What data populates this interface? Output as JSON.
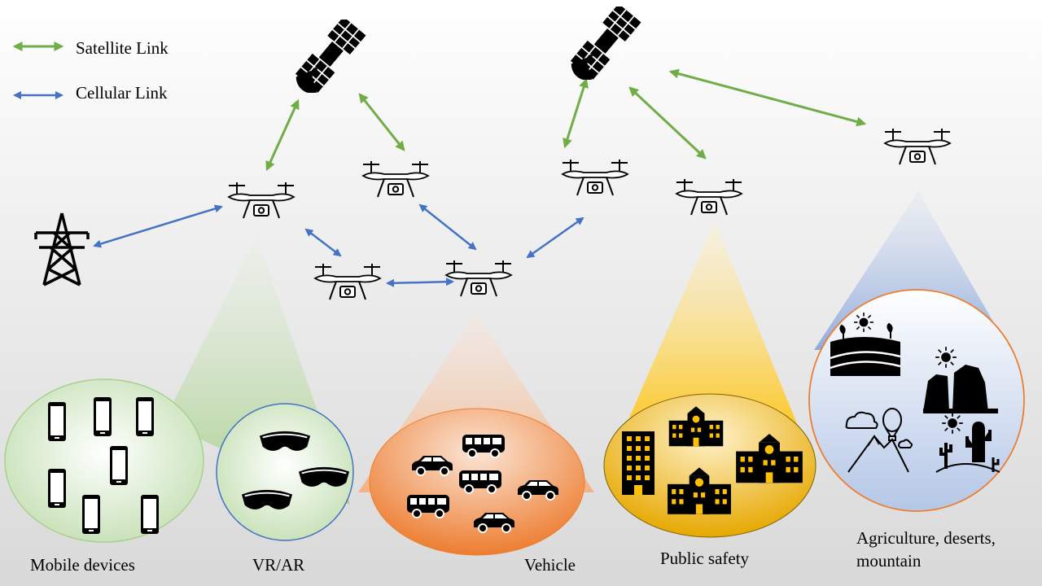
{
  "legend": {
    "satellite_label": "Satellite Link",
    "cellular_label": "Cellular Link"
  },
  "colors": {
    "satellite_link": "#70ad47",
    "cellular_link": "#4472c4",
    "mobile_zone": "#c5e0b4",
    "vehicle_zone": "#f4b183",
    "safety_zone": "#ffc000",
    "rural_zone": "#b4c7e7",
    "rural_circle_border": "#ed7d31"
  },
  "categories": {
    "mobile": "Mobile devices",
    "vrar": "VR/AR",
    "vehicle": "Vehicle",
    "safety": "Public safety",
    "rural_line1": "Agriculture, deserts,",
    "rural_line2": "mountain"
  },
  "icons": {
    "satellite": "satellite-icon",
    "drone": "drone-icon",
    "tower": "power-tower-icon",
    "phone": "smartphone-icon",
    "vr": "vr-headset-icon",
    "car": "car-icon",
    "bus": "bus-icon",
    "building": "building-icon",
    "hospital": "hospital-icon",
    "farm": "farm-icon",
    "canyon": "canyon-icon",
    "mountain": "mountain-icon",
    "desert": "cactus-desert-icon"
  }
}
